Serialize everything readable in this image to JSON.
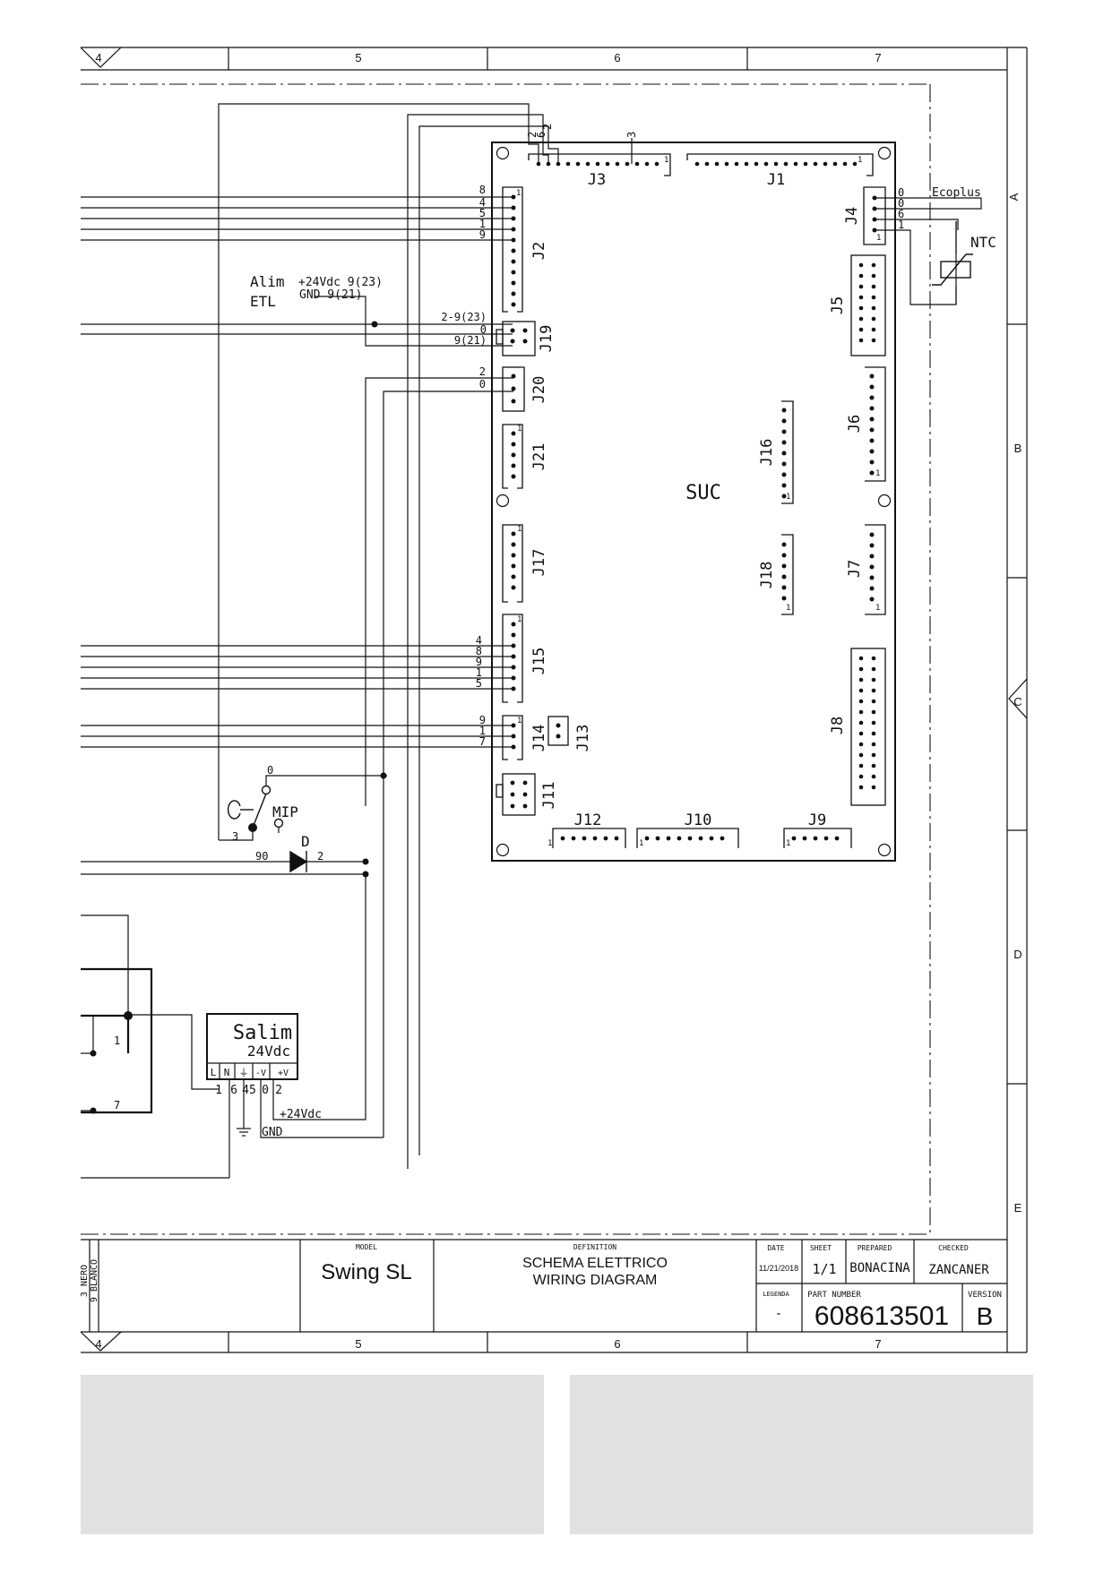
{
  "frame": {
    "top_columns": [
      "4",
      "5",
      "6",
      "7"
    ],
    "bottom_columns": [
      "4",
      "5",
      "6",
      "7"
    ],
    "right_rows": [
      "A",
      "B",
      "C",
      "D",
      "E"
    ]
  },
  "board": {
    "name": "SUC",
    "connectors": {
      "J1": "J1",
      "J2": "J2",
      "J3": "J3",
      "J4": "J4",
      "J5": "J5",
      "J6": "J6",
      "J7": "J7",
      "J8": "J8",
      "J9": "J9",
      "J10": "J10",
      "J11": "J11",
      "J12": "J12",
      "J13": "J13",
      "J14": "J14",
      "J15": "J15",
      "J16": "J16",
      "J17": "J17",
      "J18": "J18",
      "J19": "J19",
      "J20": "J20",
      "J21": "J21"
    },
    "pin_one": "1"
  },
  "wires": {
    "j2_pins": [
      "8",
      "4",
      "5",
      "1",
      "9"
    ],
    "j3_pins": [
      "2",
      "6",
      "2",
      "3"
    ],
    "j4_pins": [
      "0",
      "0",
      "6",
      "1"
    ],
    "j19_pins": [
      "2-9(23)",
      "0",
      "9(21)"
    ],
    "j20_pins": [
      "2",
      "0"
    ],
    "j15_pins": [
      "4",
      "8",
      "9",
      "1",
      "5"
    ],
    "j14_pins": [
      "9",
      "1",
      "7"
    ]
  },
  "labels": {
    "ecoplus": "Ecoplus",
    "ntc": "NTC",
    "alim_1": "Alim",
    "alim_2": "ETL",
    "alim_plus": "+24Vdc 9(23)",
    "alim_gnd": "GND 9(21)",
    "mip": "MIP",
    "mip_0": "0",
    "mip_3": "3",
    "diode": "D",
    "diode_in": "90",
    "diode_out": "2",
    "left_1": "1",
    "left_7": "7",
    "plus24": "+24Vdc",
    "gnd": "GND"
  },
  "salim": {
    "name": "Salim",
    "voltage": "24Vdc",
    "terminals": [
      "L",
      "N",
      "⏚",
      "-V",
      "+V"
    ],
    "numbers": [
      "1",
      "6",
      "45",
      "0",
      "2"
    ]
  },
  "title_block": {
    "model_label": "MODEL",
    "model": "Swing SL",
    "definition_label": "DEFINITION",
    "definition_1": "SCHEMA ELETTRICO",
    "definition_2": "WIRING DIAGRAM",
    "date_label": "DATE",
    "date": "11/21/2018",
    "sheet_label": "SHEET",
    "sheet": "1/1",
    "prepared_label": "PREPARED",
    "prepared": "BONACINA",
    "checked_label": "CHECKED",
    "checked": "ZANCANER",
    "legenda_label": "LEGENDA",
    "legenda": "-",
    "part_label": "PART NUMBER",
    "part_number": "608613501",
    "version_label": "VERSION",
    "version": "B",
    "side_1": "9 BLANCO",
    "side_2": "3 NERO"
  }
}
